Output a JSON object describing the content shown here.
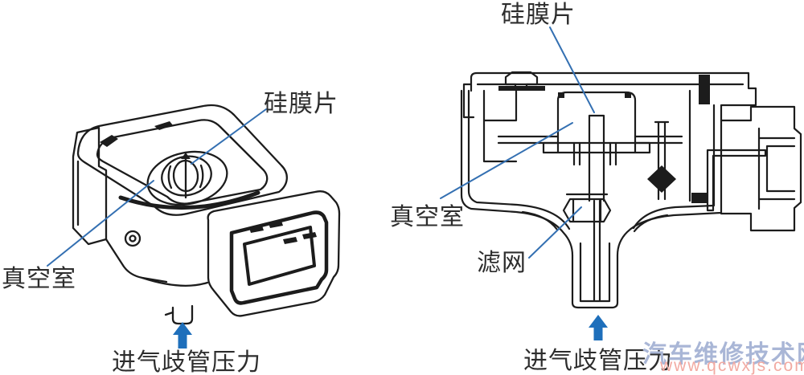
{
  "colors": {
    "background": "#ffffff",
    "line_art": "#1c1c1c",
    "leader_line": "#3470b2",
    "arrow": "#1e6fbb",
    "label_text": "#2d2d2d",
    "watermark_name": "#a9b6d6",
    "watermark_url": "#f2aaa2"
  },
  "left_diagram": {
    "labels": {
      "diaphragm": "硅膜片",
      "vacuum_chamber": "真空室",
      "manifold_pressure": "进气歧管压力"
    }
  },
  "right_diagram": {
    "labels": {
      "diaphragm": "硅膜片",
      "vacuum_chamber": "真空室",
      "filter_screen": "滤网",
      "manifold_pressure": "进气歧管压力"
    }
  },
  "watermark": {
    "site_name": "汽车维修技术网",
    "site_url": "www.qcwxjs.com"
  }
}
